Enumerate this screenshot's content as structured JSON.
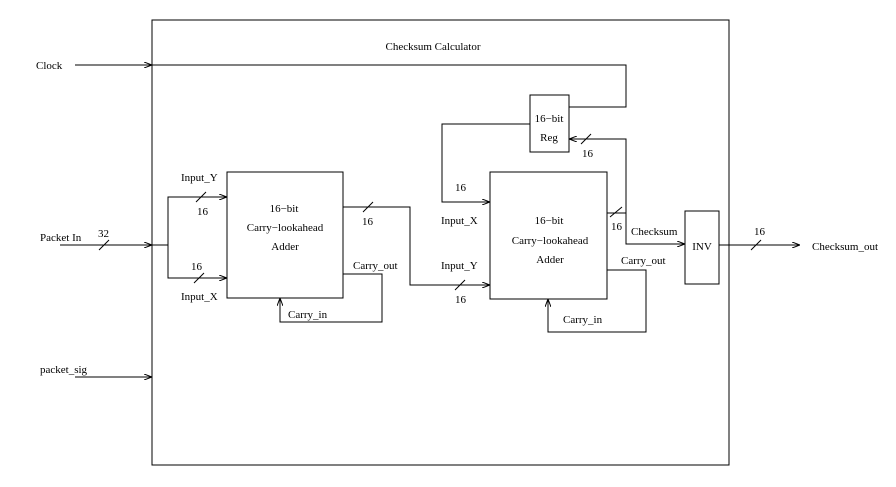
{
  "diagram": {
    "title": "Checksum Calculator",
    "inputs": {
      "clock": "Clock",
      "packet_in": "Packet In",
      "packet_sig": "packet_sig"
    },
    "output": "Checksum_out",
    "adder1": {
      "line1": "16−bit",
      "line2": "Carry−lookahead",
      "line3": "Adder",
      "input_y": "Input_Y",
      "input_x": "Input_X",
      "carry_out": "Carry_out",
      "carry_in": "Carry_in"
    },
    "adder2": {
      "line1": "16−bit",
      "line2": "Carry−lookahead",
      "line3": "Adder",
      "input_x": "Input_X",
      "input_y": "Input_Y",
      "carry_out": "Carry_out",
      "carry_in": "Carry_in"
    },
    "register": {
      "line1": "16−bit",
      "line2": "Reg"
    },
    "inverter": "INV",
    "checksum_label": "Checksum",
    "bus_widths": {
      "packet_in": "32",
      "a1_input_y": "16",
      "a1_input_x": "16",
      "a1_out": "16",
      "a2_input_x": "16",
      "a2_input_y": "16",
      "a2_out": "16",
      "reg_in": "16",
      "out": "16"
    }
  }
}
